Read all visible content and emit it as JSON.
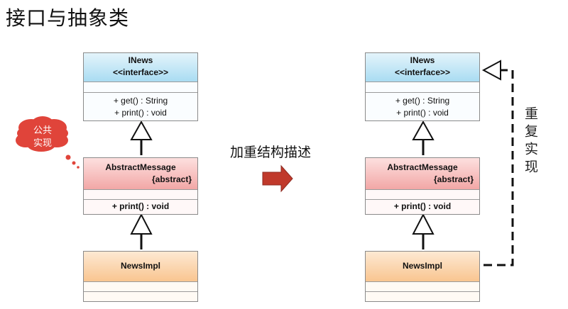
{
  "title": "接口与抽象类",
  "left": {
    "inews": {
      "name": "INews",
      "stereotype": "<<interface>>",
      "methods": [
        "+ get() : String",
        "+ print() : void"
      ]
    },
    "abstract": {
      "name": "AbstractMessage",
      "stereotype": "{abstract}",
      "methods": [
        "+ print() : void"
      ]
    },
    "impl": {
      "name": "NewsImpl"
    },
    "cloud_label": "公共\n实现"
  },
  "middle_label": "加重结构描述",
  "right": {
    "inews": {
      "name": "INews",
      "stereotype": "<<interface>>",
      "methods": [
        "+ get() : String",
        "+ print() : void"
      ]
    },
    "abstract": {
      "name": "AbstractMessage",
      "stereotype": "{abstract}",
      "methods": [
        "+ print() : void"
      ]
    },
    "impl": {
      "name": "NewsImpl"
    },
    "side_label": "重复实现"
  },
  "colors": {
    "interface": "#a9dcf2",
    "abstract": "#f2a7a6",
    "impl": "#f9c590",
    "cloud": "#e0443a",
    "arrow": "#c0392b"
  }
}
